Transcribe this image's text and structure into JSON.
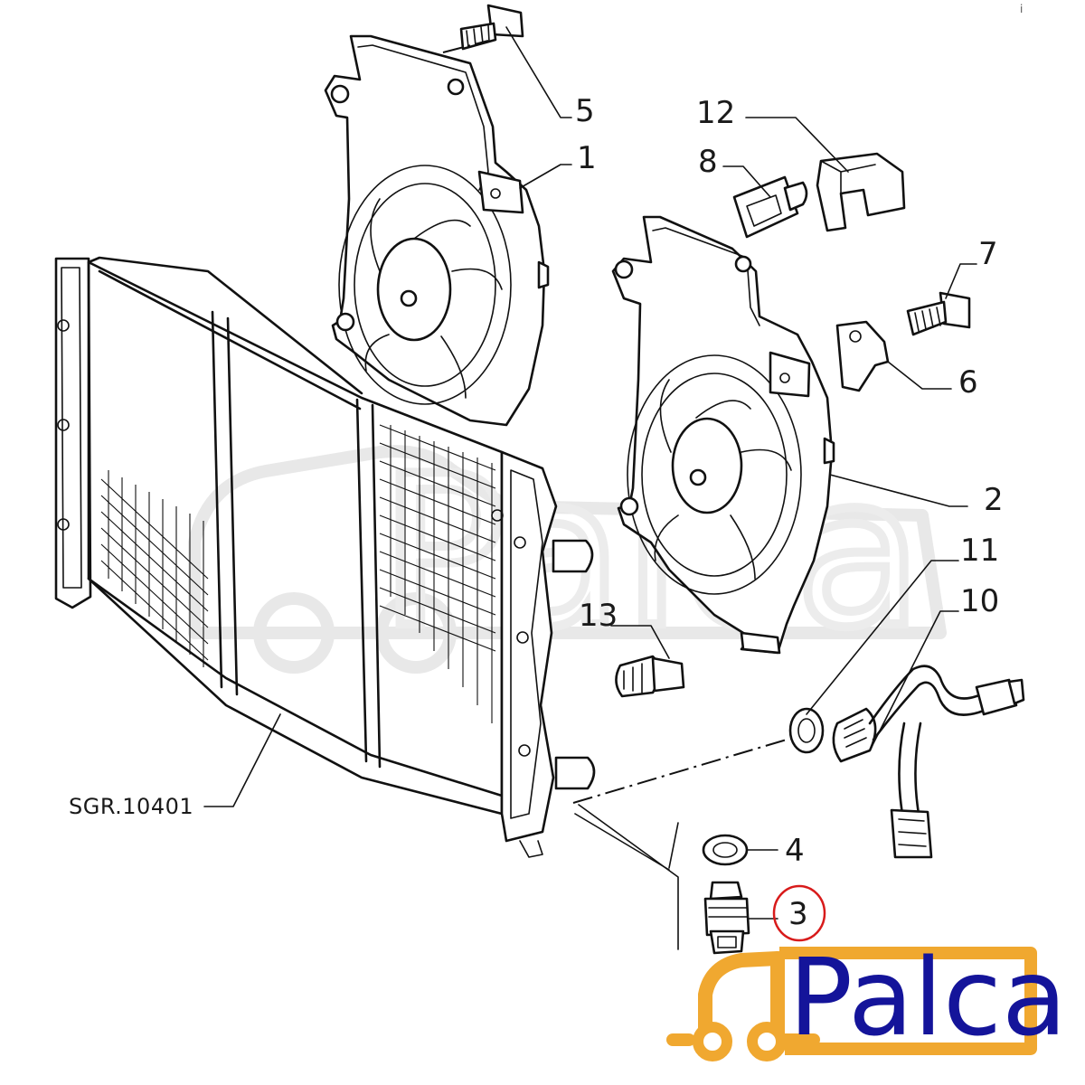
{
  "callouts": {
    "c1": "1",
    "c2": "2",
    "c3": "3",
    "c4": "4",
    "c5": "5",
    "c6": "6",
    "c7": "7",
    "c8": "8",
    "c10": "10",
    "c11": "11",
    "c12": "12",
    "c13": "13"
  },
  "reference_code": "SGR.10401",
  "corner_mark": "i",
  "logo": {
    "text": "Palca",
    "text_color": "#14149a",
    "truck_color": "#f0a830"
  },
  "highlight_color": "#d81b1b",
  "watermark": {
    "text": "Palca"
  }
}
